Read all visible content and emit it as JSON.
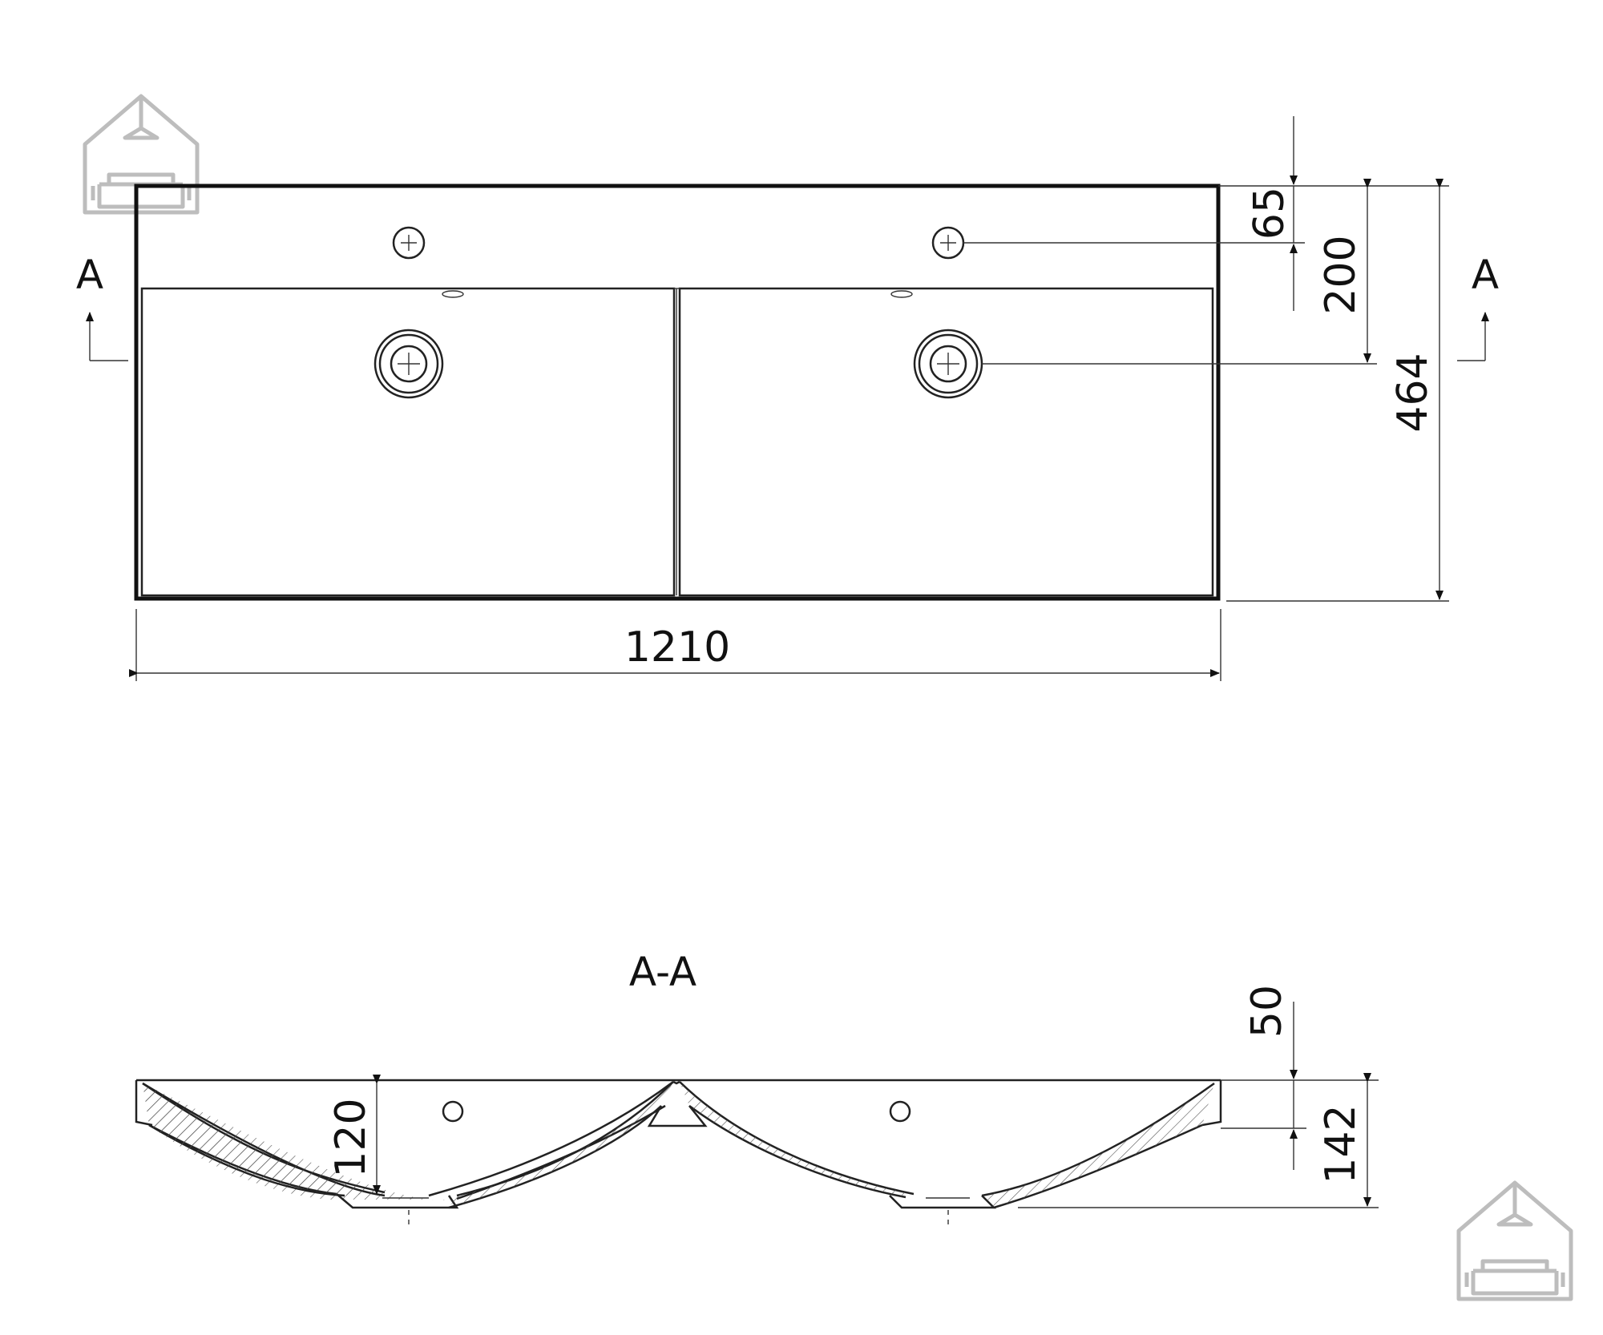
{
  "top_view": {
    "width_dim": "1210",
    "depth_dim": "464",
    "tap_hole_offset_dim": "65",
    "drain_offset_dim": "200",
    "section_marker_left": "A",
    "section_marker_right": "A"
  },
  "section_view": {
    "title": "A-A",
    "rim_dim": "50",
    "total_height_dim": "142",
    "basin_depth_dim": "120"
  },
  "logos": [
    {
      "icon": "house-bathroom-logo-icon",
      "color": "#bdbdbd"
    },
    {
      "icon": "house-bathroom-logo-icon",
      "color": "#bdbdbd"
    }
  ]
}
